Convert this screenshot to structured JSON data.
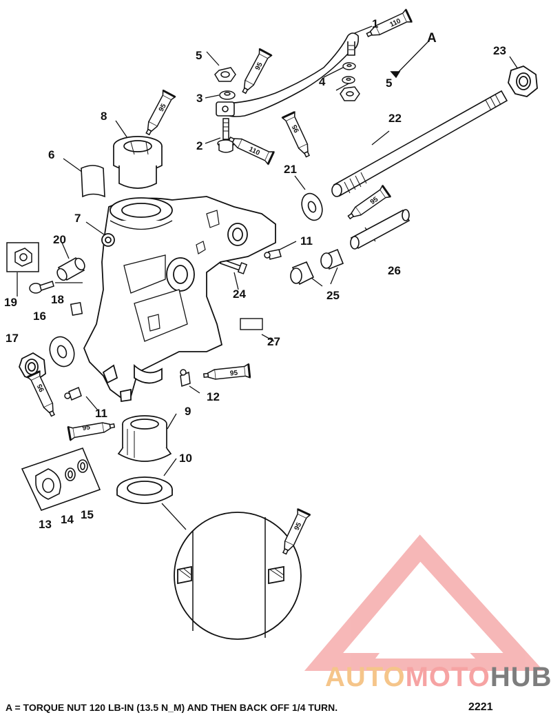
{
  "callouts": [
    {
      "id": "1",
      "text": "1"
    },
    {
      "id": "A",
      "text": "A"
    },
    {
      "id": "5a",
      "text": "5"
    },
    {
      "id": "5b",
      "text": "5"
    },
    {
      "id": "4",
      "text": "4"
    },
    {
      "id": "3",
      "text": "3"
    },
    {
      "id": "2",
      "text": "2"
    },
    {
      "id": "8",
      "text": "8"
    },
    {
      "id": "6",
      "text": "6"
    },
    {
      "id": "23",
      "text": "23"
    },
    {
      "id": "22",
      "text": "22"
    },
    {
      "id": "21",
      "text": "21"
    },
    {
      "id": "7",
      "text": "7"
    },
    {
      "id": "20",
      "text": "20"
    },
    {
      "id": "11a",
      "text": "11"
    },
    {
      "id": "26",
      "text": "26"
    },
    {
      "id": "19",
      "text": "19"
    },
    {
      "id": "18",
      "text": "18"
    },
    {
      "id": "24",
      "text": "24"
    },
    {
      "id": "25",
      "text": "25"
    },
    {
      "id": "16",
      "text": "16"
    },
    {
      "id": "17",
      "text": "17"
    },
    {
      "id": "27",
      "text": "27"
    },
    {
      "id": "12",
      "text": "12"
    },
    {
      "id": "11b",
      "text": "11"
    },
    {
      "id": "9",
      "text": "9"
    },
    {
      "id": "10",
      "text": "10"
    },
    {
      "id": "13",
      "text": "13"
    },
    {
      "id": "14",
      "text": "14"
    },
    {
      "id": "15",
      "text": "15"
    }
  ],
  "lubricant_tubes": {
    "t110_top": "110",
    "t95_top": "95",
    "t95_bracket": "95",
    "t110_bolt": "110",
    "t95_rod": "95",
    "t95_bushing": "95",
    "t95_mid": "95",
    "t95_left": "95",
    "t95_lower": "95",
    "t95_seal": "95"
  },
  "footnote": "A = TORQUE NUT 120 LB-IN (13.5 N_M) AND THEN BACK OFF 1/4 TURN.",
  "figure_number": "2221",
  "watermark": {
    "part1": "AUTO",
    "part2": "MOTO",
    "part3": "HUB",
    "colors": {
      "auto": "#f5c58a",
      "moto": "#f6a3a3",
      "hub": "#7d7d7d",
      "logo": "#f4a0a0"
    }
  }
}
